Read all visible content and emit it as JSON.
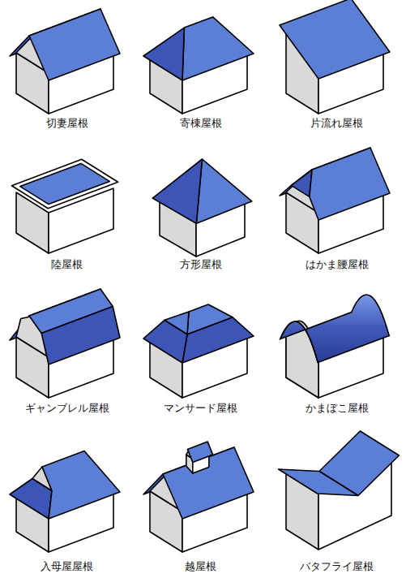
{
  "diagram": {
    "labels": [
      "切妻屋根",
      "寄棟屋根",
      "片流れ屋根",
      "陸屋根",
      "方形屋根",
      "はかま腰屋根",
      "ギャンブレル屋根",
      "マンサード屋根",
      "かまぼこ屋根",
      "入母屋屋根",
      "越屋根",
      "バタフライ屋根"
    ]
  }
}
